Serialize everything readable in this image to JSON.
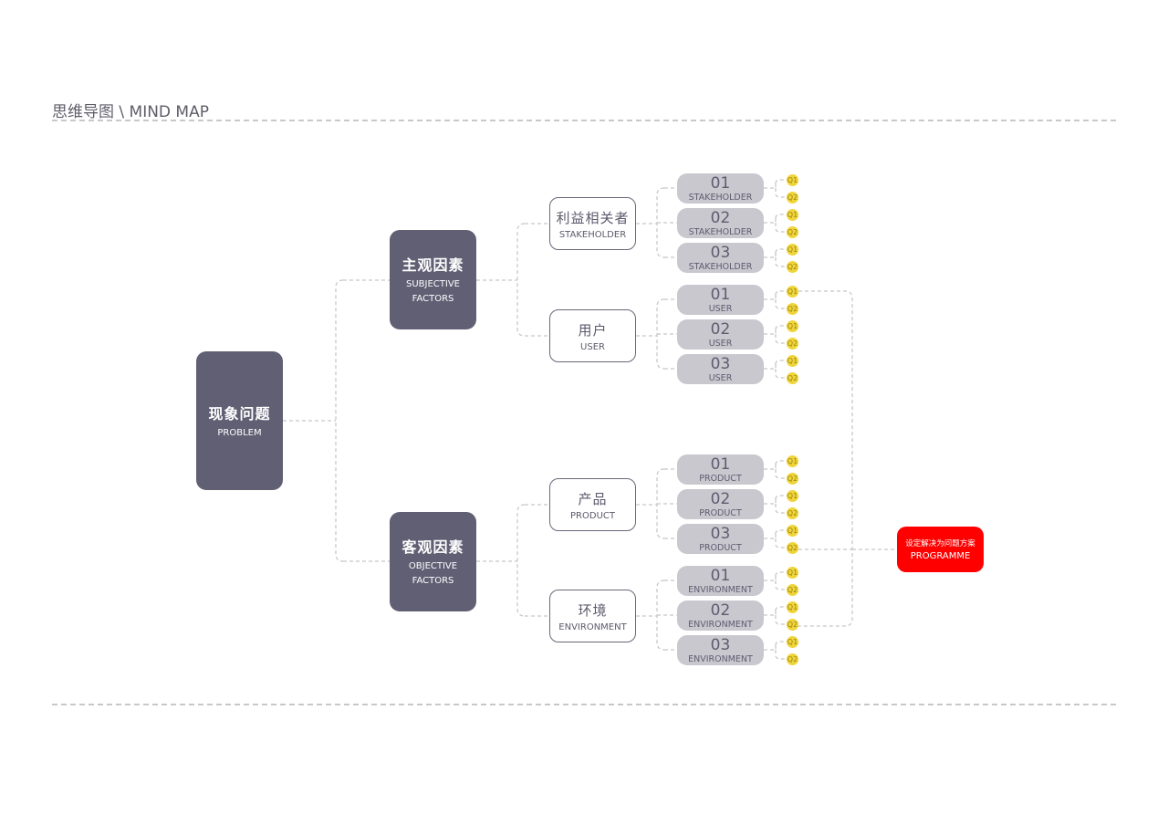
{
  "header": {
    "title": "思维导图 \\ MIND MAP"
  },
  "root": {
    "zh": "现象问题",
    "en": "PROBLEM"
  },
  "factors": [
    {
      "zh": "主观因素",
      "en": "SUBJECTIVE\nFACTORS",
      "groups": [
        {
          "zh": "利益相关者",
          "en": "STAKEHOLDER",
          "items": [
            {
              "num": "01",
              "label": "STAKEHOLDER"
            },
            {
              "num": "02",
              "label": "STAKEHOLDER"
            },
            {
              "num": "03",
              "label": "STAKEHOLDER"
            }
          ]
        },
        {
          "zh": "用户",
          "en": "USER",
          "items": [
            {
              "num": "01",
              "label": "USER"
            },
            {
              "num": "02",
              "label": "USER"
            },
            {
              "num": "03",
              "label": "USER"
            }
          ]
        }
      ]
    },
    {
      "zh": "客观因素",
      "en": "OBJECTIVE\nFACTORS",
      "groups": [
        {
          "zh": "产品",
          "en": "PRODUCT",
          "items": [
            {
              "num": "01",
              "label": "PRODUCT"
            },
            {
              "num": "02",
              "label": "PRODUCT"
            },
            {
              "num": "03",
              "label": "PRODUCT"
            }
          ]
        },
        {
          "zh": "环境",
          "en": "ENVIRONMENT",
          "items": [
            {
              "num": "01",
              "label": "ENVIRONMENT"
            },
            {
              "num": "02",
              "label": "ENVIRONMENT"
            },
            {
              "num": "03",
              "label": "ENVIRONMENT"
            }
          ]
        }
      ]
    }
  ],
  "question_labels": [
    "Q1",
    "Q2"
  ],
  "outcome": {
    "zh": "设定解决为问题方案",
    "en": "PROGRAMME"
  },
  "colors": {
    "dark_node": "#615f74",
    "pill": "#c9c8cf",
    "question_dot": "#f0d53a",
    "outcome": "#ff0000",
    "line": "#c8c8cc"
  }
}
